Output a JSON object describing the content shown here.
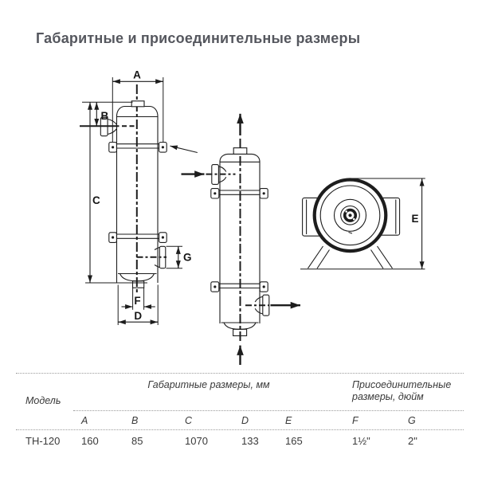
{
  "title": "Габаритные и присоединительные размеры",
  "diagram": {
    "labels": {
      "A": "A",
      "B": "B",
      "C": "C",
      "D": "D",
      "E": "E",
      "F": "F",
      "G": "G"
    }
  },
  "table": {
    "model_header": "Модель",
    "dims_group_header": "Габаритные размеры, мм",
    "conn_group_header_line1": "Присоединительные",
    "conn_group_header_line2": "размеры, дюйм",
    "columns": [
      "A",
      "B",
      "C",
      "D",
      "E",
      "F",
      "G"
    ],
    "row": {
      "model": "TH-120",
      "a": "160",
      "b": "85",
      "c": "1070",
      "d": "133",
      "e": "165",
      "f": "1½\"",
      "g": "2\""
    }
  },
  "colors": {
    "line": "#1d1d1d",
    "title_text": "#55575e",
    "table_text": "#3a3a3a",
    "dotted_rule": "#9b9b9b"
  }
}
